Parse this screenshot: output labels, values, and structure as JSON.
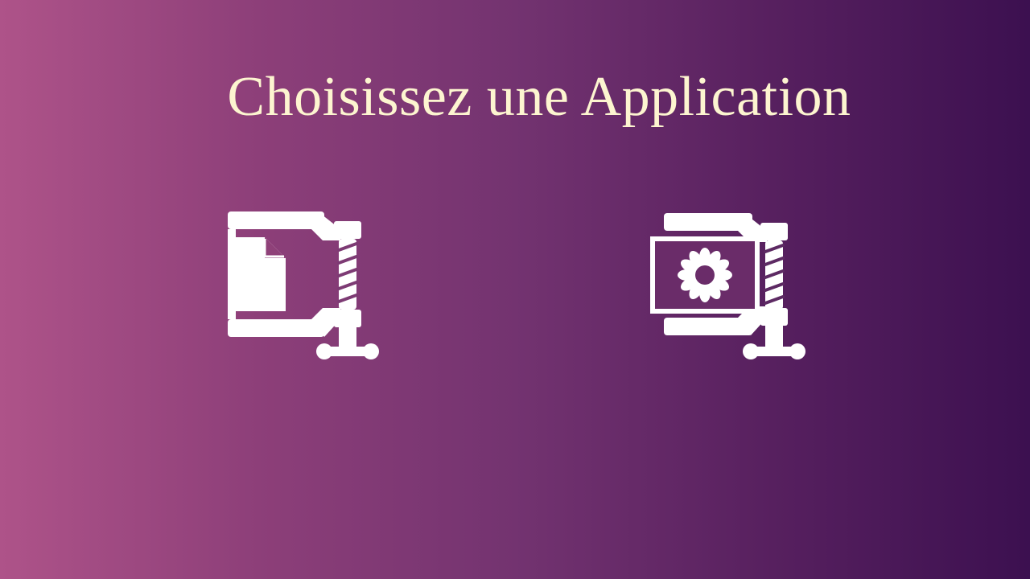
{
  "page": {
    "title": "Choisissez une Application"
  },
  "apps": [
    {
      "id": "compress-file",
      "icon": "file-compress-icon"
    },
    {
      "id": "compress-image",
      "icon": "image-compress-icon"
    }
  ],
  "colors": {
    "gradient_start": "#ae5389",
    "gradient_end": "#3c1050",
    "title_color": "#fdf5d0",
    "icon_color": "#ffffff"
  }
}
